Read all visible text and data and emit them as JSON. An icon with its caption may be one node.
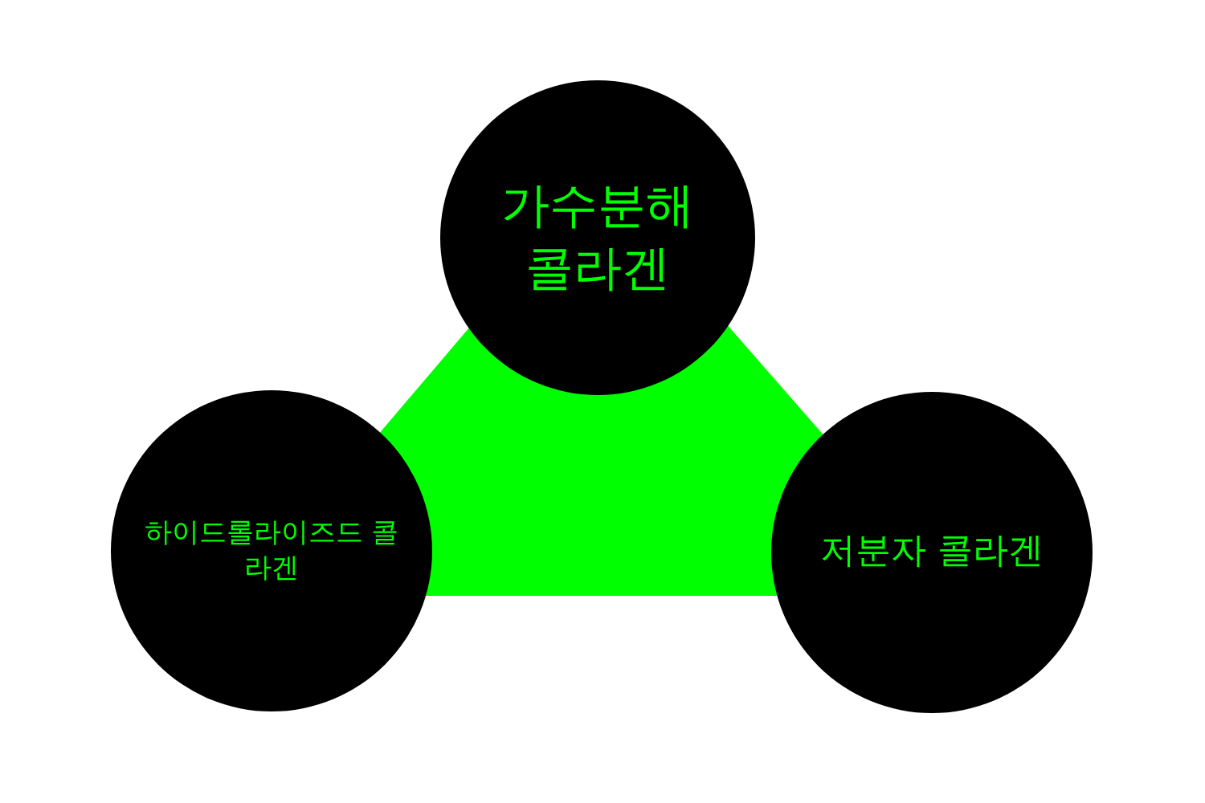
{
  "diagram": {
    "nodes": [
      {
        "text": [
          "가수분해 콜라겐"
        ]
      },
      {
        "text": [
          "하이드롤라이즈드 콜라겐"
        ]
      },
      {
        "text": [
          "저분자 콜라겐"
        ]
      }
    ]
  }
}
